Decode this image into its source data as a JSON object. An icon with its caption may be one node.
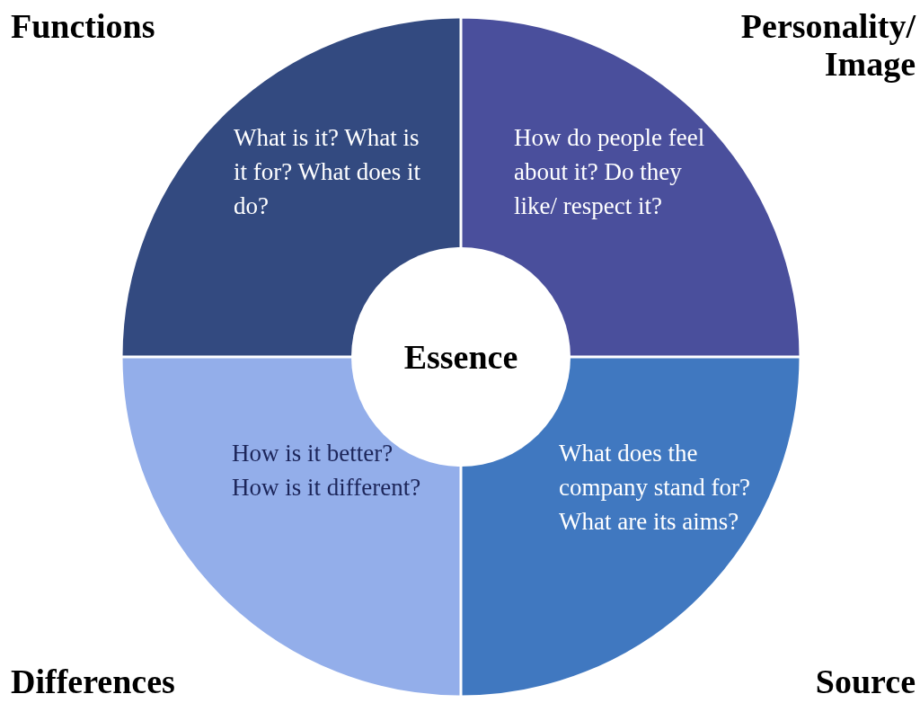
{
  "diagram": {
    "nodes": [
      {
        "text": [
          "Functions",
          "What is it? What is it for? What does it do?"
        ]
      },
      {
        "text": [
          "Personality/ Image",
          "How do people feel about it? Do they like/ respect it?"
        ]
      },
      {
        "text": [
          "Differences",
          "How is it better? How is it different?"
        ]
      },
      {
        "text": [
          "Source",
          "What does the company stand for? What are its aims?"
        ]
      },
      {
        "text": [
          "Essence"
        ]
      }
    ]
  }
}
